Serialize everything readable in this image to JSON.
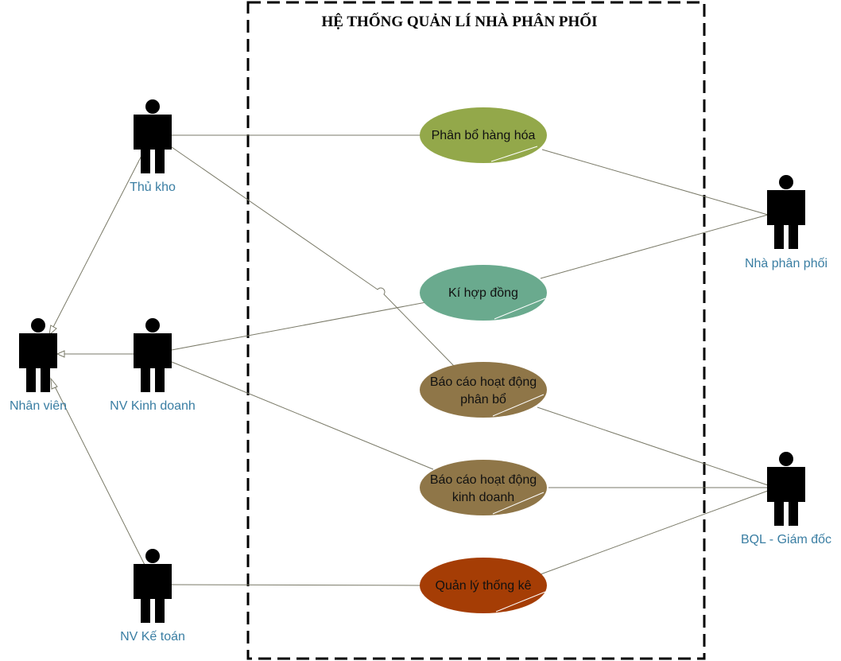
{
  "system": {
    "title": "HỆ THỐNG QUẢN LÍ NHÀ PHÂN PHỐI"
  },
  "actors": {
    "nhan_vien": "Nhân viên",
    "thu_kho": "Thủ kho",
    "nv_kinh_doanh": "NV Kinh doanh",
    "nv_ke_toan": "NV Kế toán",
    "nha_phan_phoi": "Nhà phân phối",
    "bql_giam_doc": "BQL - Giám đốc"
  },
  "use_cases": {
    "phan_bo_hang_hoa": {
      "lines": [
        "Phân bổ hàng hóa"
      ],
      "color": "#93a84a"
    },
    "ki_hop_dong": {
      "lines": [
        "Kí hợp đồng"
      ],
      "color": "#6aaa8e"
    },
    "bao_cao_phan_bo": {
      "lines": [
        "Báo cáo hoạt động",
        "phân bổ"
      ],
      "color": "#8f7648"
    },
    "bao_cao_kinh_doanh": {
      "lines": [
        "Báo cáo hoạt động",
        "kinh doanh"
      ],
      "color": "#8f7648"
    },
    "quan_ly_thong_ke": {
      "lines": [
        "Quản lý thống kê"
      ],
      "color": "#a53d05"
    }
  },
  "colors": {
    "actor_label": "#3a7ea3",
    "association_line": "#7a7a68",
    "actor_figure": "#000000"
  }
}
